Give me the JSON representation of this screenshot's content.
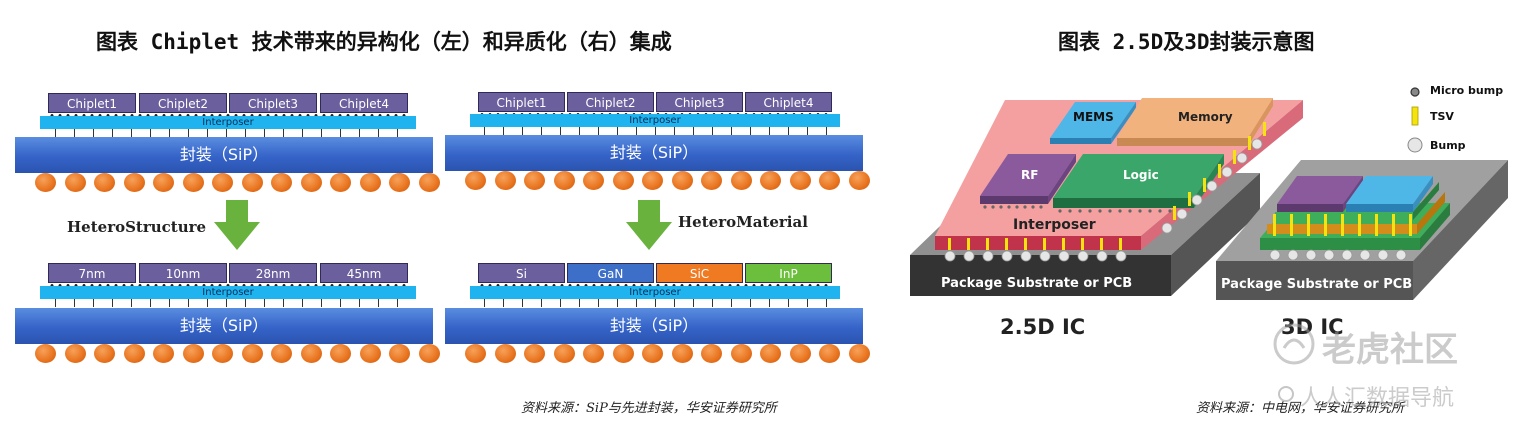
{
  "left_figure": {
    "title": "图表 Chiplet 技术带来的异构化（左）和异质化（右）集成",
    "source": "资料来源：SiP与先进封装，华安证券研究所",
    "interposer_label": "Interposer",
    "package_label": "封装（SiP）",
    "top_chips": [
      "Chiplet1",
      "Chiplet2",
      "Chiplet3",
      "Chiplet4"
    ],
    "hetero_structure": {
      "arrow_label": "HeteroStructure",
      "chips": [
        "7nm",
        "10nm",
        "28nm",
        "45nm"
      ]
    },
    "hetero_material": {
      "arrow_label": "HeteroMaterial",
      "chips": [
        {
          "label": "Si",
          "color": "#6b5f9e"
        },
        {
          "label": "GaN",
          "color": "#3d6fc8"
        },
        {
          "label": "SiC",
          "color": "#f07a22"
        },
        {
          "label": "InP",
          "color": "#6cbf3c"
        }
      ]
    }
  },
  "right_figure": {
    "title": "图表 2.5D及3D封装示意图",
    "source": "资料来源：中电网，华安证券研究所",
    "legend": [
      "Micro bump",
      "TSV",
      "Bump"
    ],
    "die_labels": {
      "mems": "MEMS",
      "memory": "Memory",
      "rf": "RF",
      "logic": "Logic"
    },
    "interposer_label": "Interposer",
    "substrate_label": "Package Substrate or PCB",
    "label_25d": "2.5D IC",
    "label_3d": "3D IC",
    "colors": {
      "interposer": "#f4a0a0",
      "logic": "#3aa66a",
      "memory": "#f2b27e",
      "rf": "#8a5a9c",
      "mems": "#4fb6e8",
      "substrate": "#3a3a3a",
      "tsv": "#f5e30f"
    }
  },
  "watermarks": [
    "老虎社区",
    "人人汇数据导航"
  ]
}
